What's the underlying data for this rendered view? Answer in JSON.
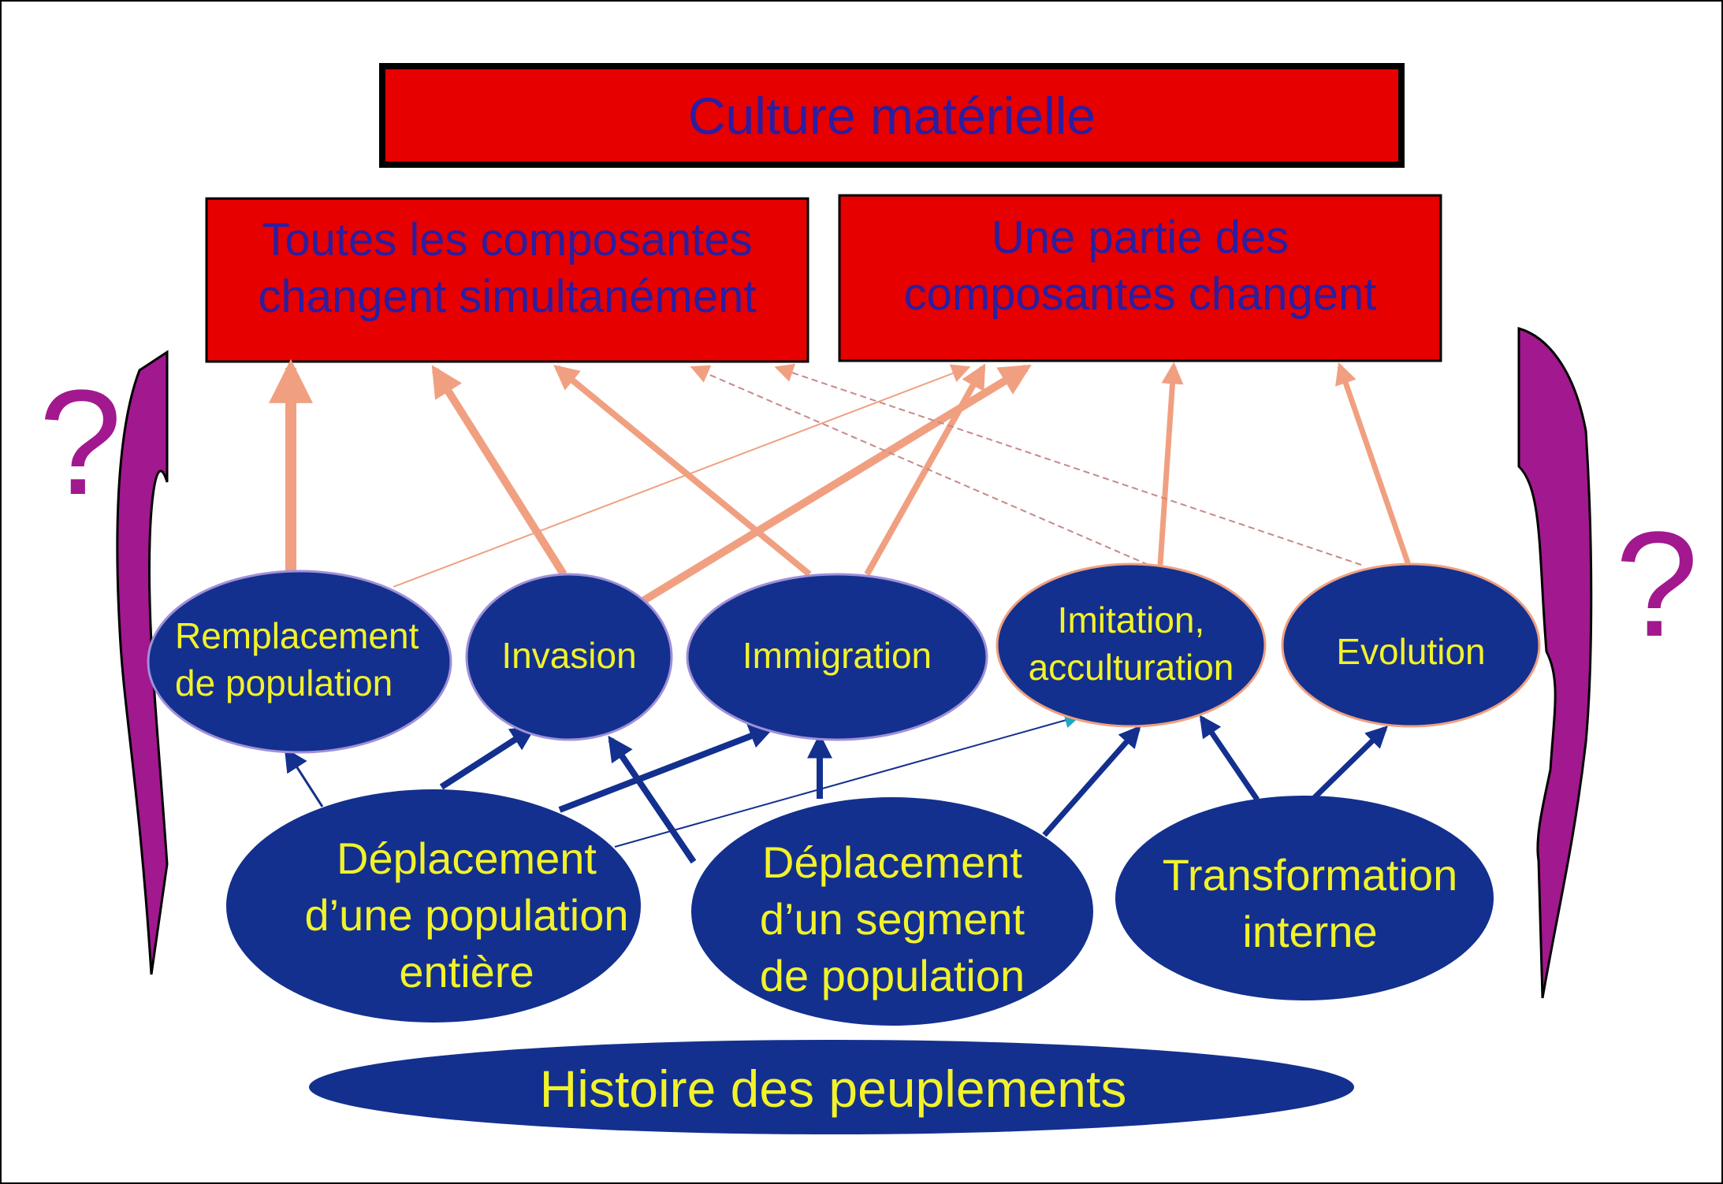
{
  "colors": {
    "box_fill": "#e60000",
    "box_text": "#2b1ea0",
    "ellipse_fill": "#13308f",
    "ellipse_text": "#f2f22a",
    "arrow_salmon": "#f0a080",
    "arrow_blue": "#13308f",
    "bracket": "#a2188e"
  },
  "boxes": {
    "culture": "Culture matérielle",
    "toutes": "Toutes les composantes\nchangent simultanément",
    "partie": "Une partie des\ncomposantes changent"
  },
  "mechanisms": {
    "remplacement": "Remplacement\nde population",
    "invasion": "Invasion",
    "immigration": "Immigration",
    "imitation": "Imitation,\nacculturation",
    "evolution": "Evolution"
  },
  "causes": {
    "deplacement_entiere": "Déplacement\nd’une population\nentière",
    "deplacement_segment": "Déplacement\nd’un segment\nde population",
    "transformation": "Transformation\ninterne"
  },
  "base": "Histoire des peuplements",
  "questions": {
    "left": "?",
    "right": "?"
  }
}
